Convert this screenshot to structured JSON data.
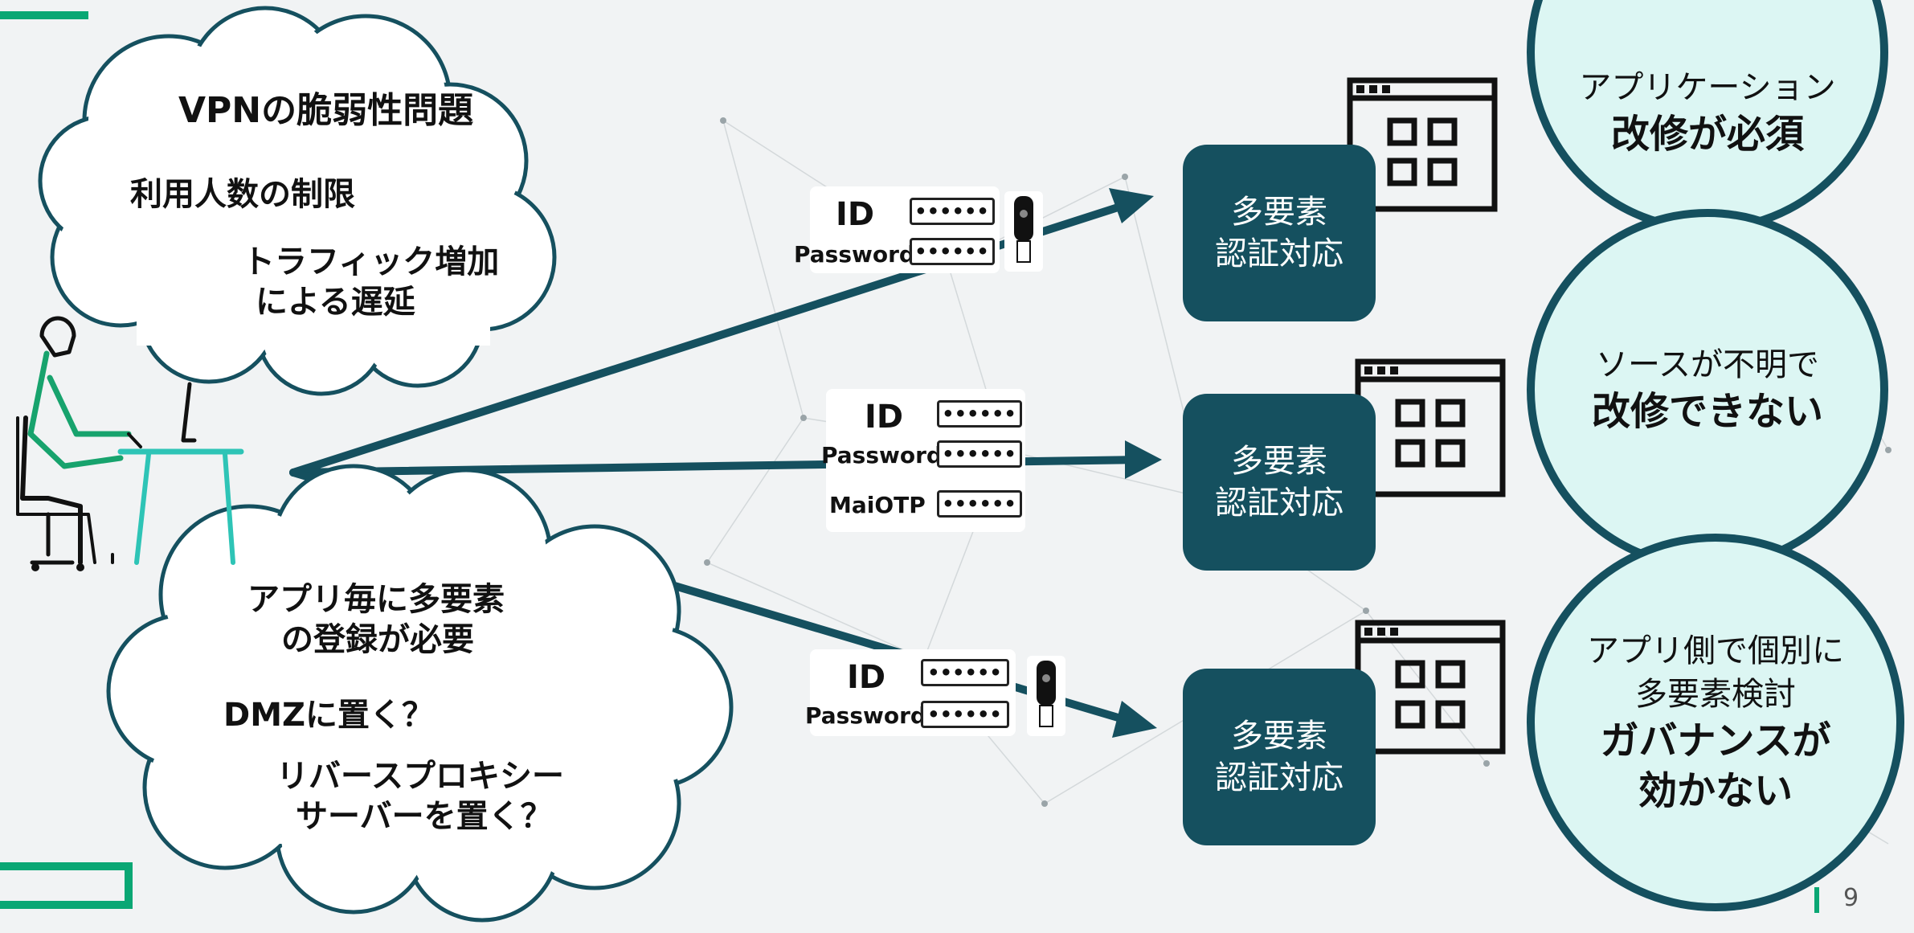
{
  "colors": {
    "accent_green": "#0aa774",
    "dark_teal": "#15505f",
    "circle_fill": "#dcf6f3",
    "person_green": "#17a36d",
    "desk_teal": "#2ec4b6"
  },
  "cloud_top": {
    "line1": "VPNの脆弱性問題",
    "line2": "利用人数の制限",
    "line3a": "トラフィック増加",
    "line3b": "による遅延"
  },
  "cloud_bottom": {
    "line1a": "アプリ毎に多要素",
    "line1b": "の登録が必要",
    "line2": "DMZに置く？",
    "line3a": "リバースプロキシー",
    "line3b": "サーバーを置く？"
  },
  "credentials": {
    "id_label": "ID",
    "password_label": "Password",
    "otp_label": "MaiOTP",
    "mask": "••••••"
  },
  "mfa_boxes": [
    {
      "label": "多要素\n認証対応"
    },
    {
      "label": "多要素\n認証対応"
    },
    {
      "label": "多要素\n認証対応"
    }
  ],
  "circles": [
    {
      "light": "アプリケーション",
      "bold": "改修が必須"
    },
    {
      "light": "ソースが不明で",
      "bold": "改修できない"
    },
    {
      "light1": "アプリ側で個別に",
      "light2": "多要素検討",
      "bold1": "ガバナンスが",
      "bold2": "効かない"
    }
  ],
  "icons": {
    "person": "person-at-desk-icon",
    "security_key": "usb-security-key-icon",
    "app_window": "application-window-icon"
  },
  "page_number": "9"
}
